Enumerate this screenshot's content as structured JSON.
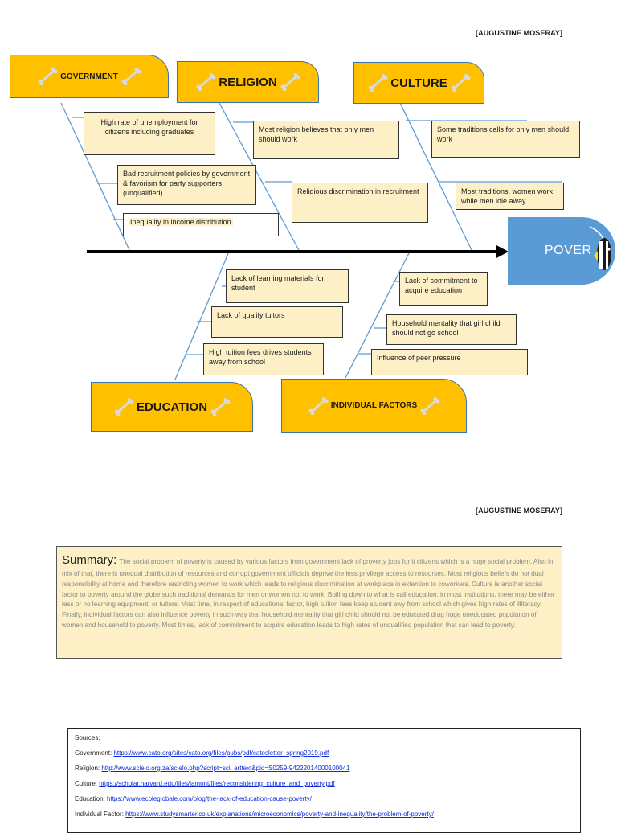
{
  "header": {
    "author_top": "[AUGUSTINE MOSERAY]",
    "author_mid": "[AUGUSTINE MOSERAY]"
  },
  "diagram": {
    "head_label": "POVER",
    "categories": {
      "government": "GOVERNMENT",
      "religion": "RELIGION",
      "culture": "CULTURE",
      "education": "EDUCATION",
      "individual": "INDIVIDUAL FACTORS"
    },
    "causes": {
      "gov_1": "High rate of unemployment  for citizens including graduates",
      "gov_2": "Bad recruitment policies by government & favorism for party supporters (unqualified)",
      "gov_3": "Inequality in income distribution",
      "rel_1": "Most religion believes that only men should work",
      "rel_2": "Religious discrimination in recruitment",
      "cul_1": "Some traditions calls for only men should work",
      "cul_2": "Most traditions, women work while men idle away",
      "edu_1": "Lack of learning materials for student",
      "edu_2": "Lack of qualify tuitors",
      "edu_3": "High tuition fees  drives students away from school",
      "ind_1": "Lack of commitment to acquire education",
      "ind_2": "Household mentality that girl child should not go school",
      "ind_3": "Influence of peer pressure"
    }
  },
  "summary": {
    "title": "Summary:",
    "text": "The social problem of poverty is caused by various factors from government lack of proverty jobs for it citizens which is a huge social problem, Also in mix of that, there is unequal distribution of resources and corrupt government officials deprive the less privilege access to resourses. Most religious beliefs do not dual responsibility at home and therefore restricting women to work which leads to religious discrimination at workplace in extention to coworkers. Culture is another social factor to poverty around the globe such traditional demands for men or women not to work. Boiling down to what is call education, in most institutions, there may be either less or no learning equipment, or tuitors. Most time, in respect of educational factor, high tuition fees keep student awy from school which gives high rates of illiteracy. Finally, individual factors can also influence poverty in such way that household mentality that girl child should not be educated drag huge uneducated population of women and household to poverty. Most times, lack of commitment to acquire education leads to high rates of unqualified population that can lead to poverty."
  },
  "sources": {
    "heading": "Sources:",
    "items": [
      {
        "label": "Government: ",
        "url": "https://www.cato.org/sites/cato.org/files/pubs/pdf/catosletter_spring2019.pdf"
      },
      {
        "label": "Religion: ",
        "url": "http://www.scielo.org.za/scielo.php?script=sci_arttext&pid=S0259-94222014000100041"
      },
      {
        "label": "Culture: ",
        "url": "https://scholar.harvard.edu/files/lamont/files/reconsidering_culture_and_poverty.pdf"
      },
      {
        "label": "Education: ",
        "url": "https://www.ecoleglobale.com/blog/the-lack-of-education-cause-poverty/"
      },
      {
        "label": "Individual Factor: ",
        "url": "https://www.studysmarter.co.uk/explanations/microeconomics/poverty-and-inequality/the-problem-of-poverty/"
      }
    ]
  },
  "colors": {
    "category_fill": "#ffc000",
    "category_border": "#3b74b5",
    "bone_line": "#5b9bd5",
    "cause_fill": "#fdf0c6",
    "head_fill": "#5b9bd5",
    "link": "#0b2ad8"
  },
  "icons": [
    "bone-icon",
    "fish-icon",
    "arrow-head"
  ]
}
